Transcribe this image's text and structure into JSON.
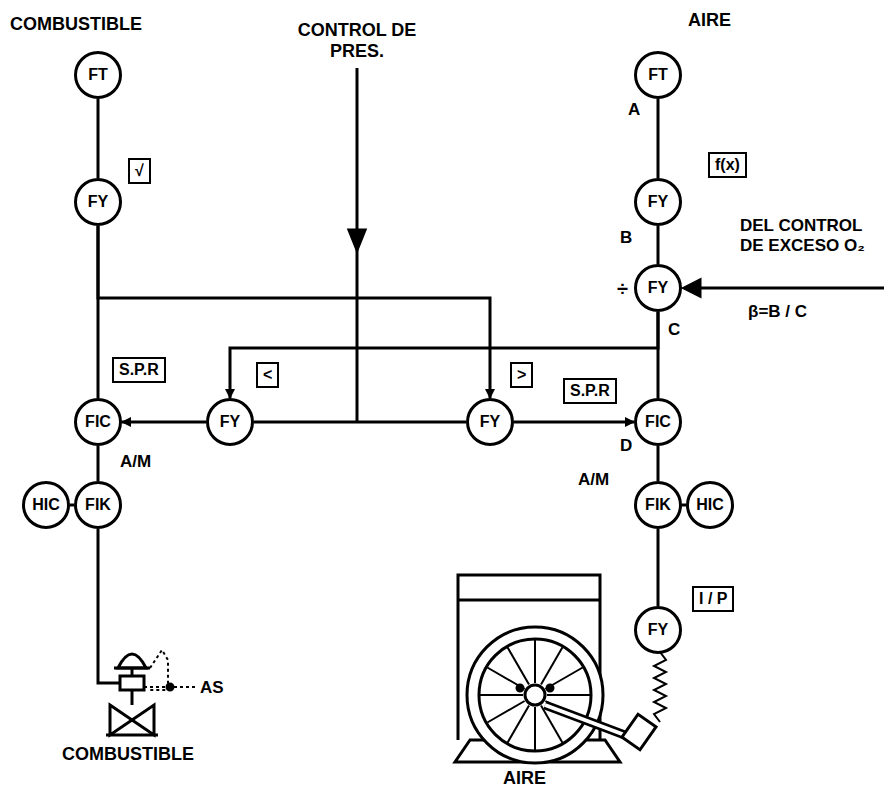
{
  "diagram": {
    "nodes": [
      {
        "text": [
          "FT"
        ]
      },
      {
        "text": [
          "FY"
        ]
      },
      {
        "text": [
          "FIC"
        ]
      },
      {
        "text": [
          "FIK"
        ]
      },
      {
        "text": [
          "HIC"
        ]
      },
      {
        "text": [
          "FY"
        ]
      },
      {
        "text": [
          "FY"
        ]
      },
      {
        "text": [
          "FT"
        ]
      },
      {
        "text": [
          "FY"
        ]
      },
      {
        "text": [
          "FY"
        ]
      },
      {
        "text": [
          "FIC"
        ]
      },
      {
        "text": [
          "FIK"
        ]
      },
      {
        "text": [
          "HIC"
        ]
      },
      {
        "text": [
          "FY"
        ]
      },
      {
        "text": [
          "√"
        ]
      },
      {
        "text": [
          "S.P.R"
        ]
      },
      {
        "text": [
          "<"
        ]
      },
      {
        "text": [
          ">"
        ]
      },
      {
        "text": [
          "S.P.R"
        ]
      },
      {
        "text": [
          "f(x)"
        ]
      },
      {
        "text": [
          "I / P"
        ]
      }
    ],
    "edges": [
      {
        "from": 0,
        "to": 1,
        "arrow": "none"
      },
      {
        "from": 1,
        "to": 2,
        "arrow": "none"
      },
      {
        "from": 2,
        "to": 3,
        "arrow": "none"
      },
      {
        "from": 3,
        "to": 4,
        "arrow": "none"
      },
      {
        "from": 1,
        "to": 6,
        "arrow": "to"
      },
      {
        "from": 5,
        "to": 2,
        "arrow": "to"
      },
      {
        "from": 9,
        "to": 5,
        "arrow": "to"
      },
      {
        "from": 6,
        "to": 10,
        "arrow": "to"
      },
      {
        "from": 7,
        "to": 8,
        "arrow": "none"
      },
      {
        "from": 8,
        "to": 9,
        "arrow": "none"
      },
      {
        "from": 9,
        "to": 10,
        "arrow": "none"
      },
      {
        "from": 10,
        "to": 11,
        "arrow": "none"
      },
      {
        "from": 11,
        "to": 12,
        "arrow": "none"
      },
      {
        "from": 11,
        "to": 13,
        "arrow": "none"
      }
    ],
    "labels": [
      "COMBUSTIBLE",
      "CONTROL DE PRES.",
      "AIRE",
      "A",
      "B",
      "C",
      "D",
      "÷",
      "DEL CONTROL DE EXCESO O₂",
      "β=B / C",
      "A/M",
      "A/M",
      "AS",
      "COMBUSTIBLE",
      "AIRE"
    ]
  }
}
